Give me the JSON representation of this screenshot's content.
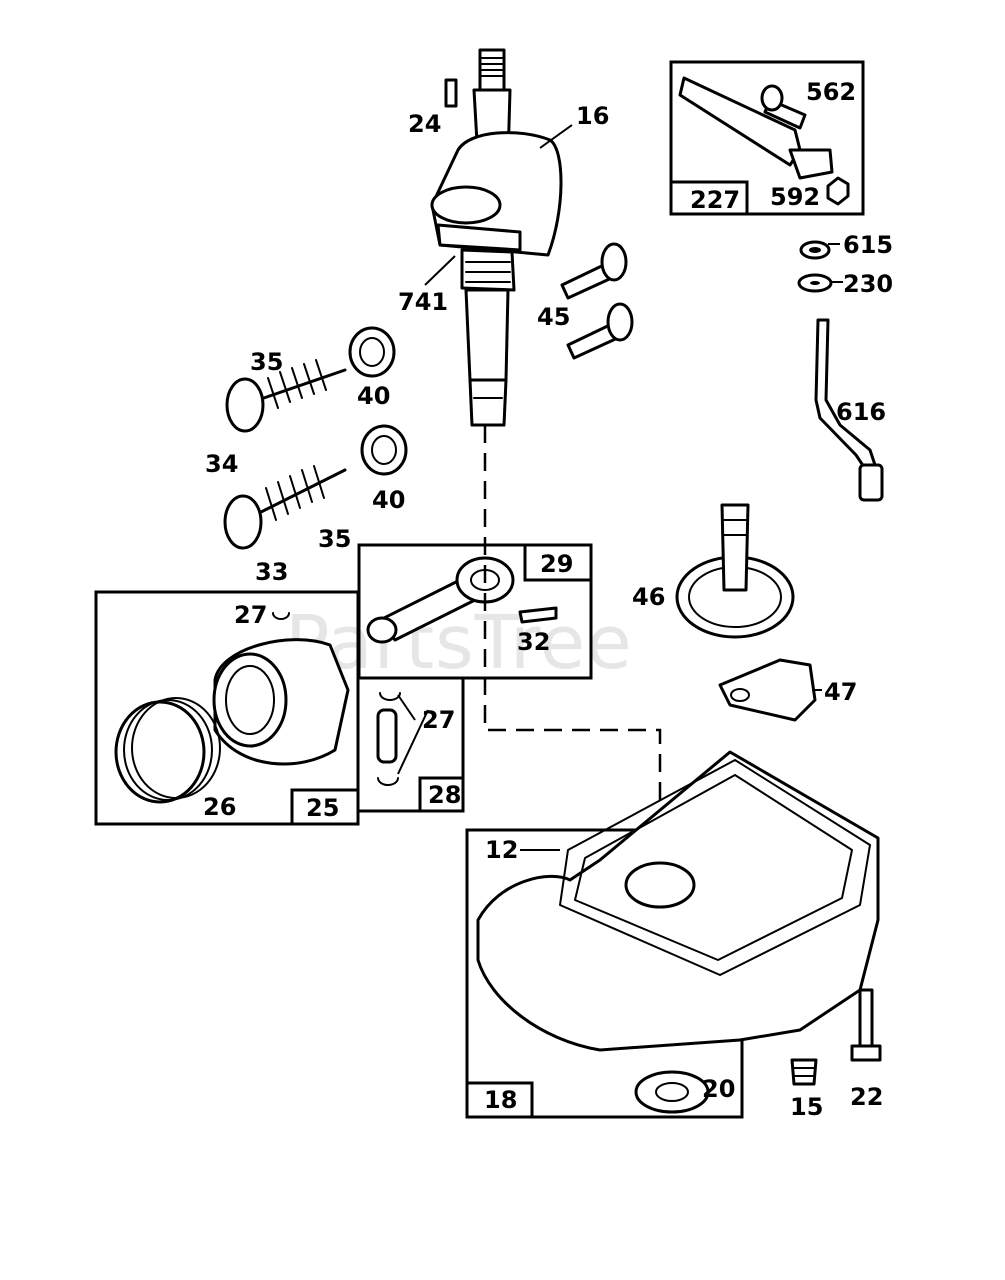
{
  "watermark": "PartsTree",
  "callouts": {
    "p24": "24",
    "p16": "16",
    "p741": "741",
    "p45": "45",
    "p35a": "35",
    "p40a": "40",
    "p34": "34",
    "p40b": "40",
    "p35b": "35",
    "p33": "33",
    "p27a": "27",
    "p26": "26",
    "p32": "32",
    "p27b": "27",
    "p12": "12",
    "p20": "20",
    "p15": "15",
    "p22": "22",
    "p562": "562",
    "p592": "592",
    "p615": "615",
    "p230": "230",
    "p616": "616",
    "p46": "46",
    "p47": "47"
  },
  "kits": {
    "k227": "227",
    "k29": "29",
    "k25": "25",
    "k28": "28",
    "k18": "18"
  }
}
